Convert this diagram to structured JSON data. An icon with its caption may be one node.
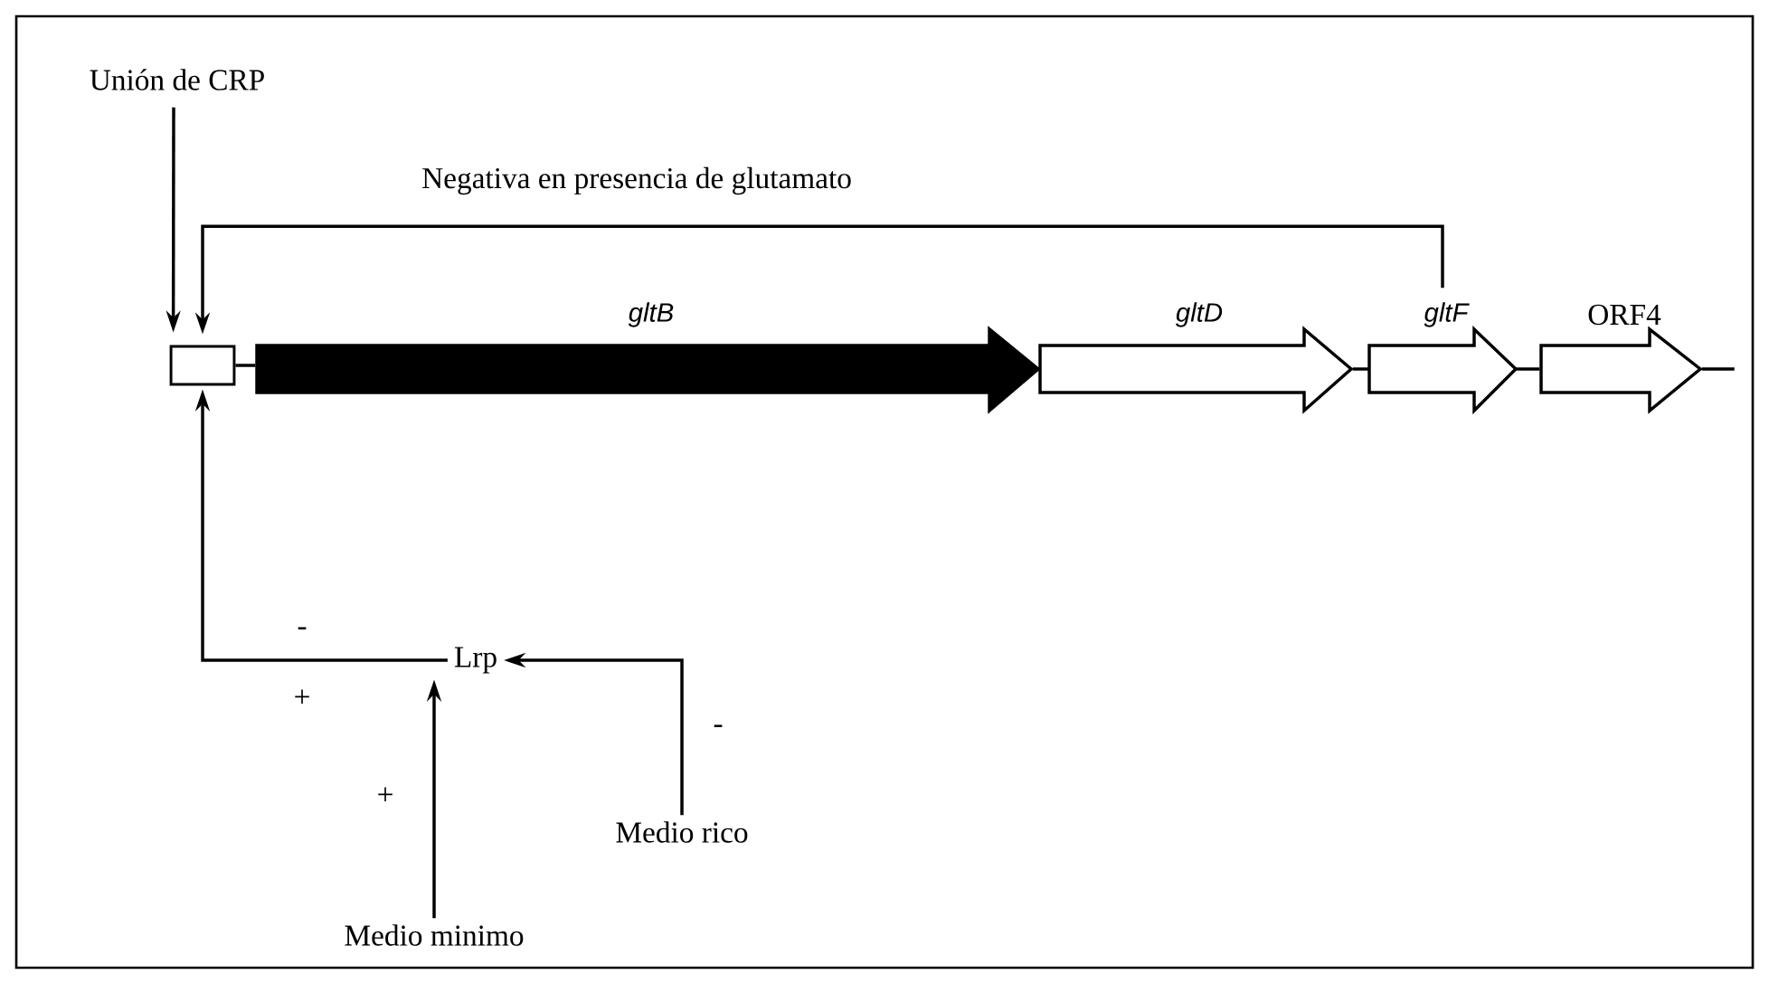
{
  "diagram": {
    "nodes": [
      {
        "text": [
          "Unión de CRP"
        ]
      },
      {
        "text": [],
        "shape": "box"
      },
      {
        "text": [
          "gltB"
        ]
      },
      {
        "text": [
          "gltD"
        ]
      },
      {
        "text": [
          "gltF"
        ]
      },
      {
        "text": [
          "ORF4"
        ]
      },
      {
        "text": [
          "Lrp"
        ]
      },
      {
        "text": [
          "Medio rico"
        ]
      },
      {
        "text": [
          "Medio minimo"
        ]
      }
    ],
    "edges": [
      {
        "from": 0,
        "to": 1,
        "arrow": "to"
      },
      {
        "from": 4,
        "to": 1,
        "arrow": "to",
        "label": "Negativa en presencia de glutamato"
      },
      {
        "from": 1,
        "to": 2,
        "arrow": "none"
      },
      {
        "from": 3,
        "to": 4,
        "arrow": "none"
      },
      {
        "from": 4,
        "to": 5,
        "arrow": "none"
      },
      {
        "from": 5,
        "to": null,
        "arrow": "none"
      },
      {
        "from": 6,
        "to": 1,
        "arrow": "to"
      },
      {
        "from": 7,
        "to": 6,
        "arrow": "to",
        "label": "-"
      },
      {
        "from": 8,
        "to": 6,
        "arrow": "to",
        "label": "+"
      }
    ],
    "labels": [
      "-",
      "+"
    ]
  }
}
